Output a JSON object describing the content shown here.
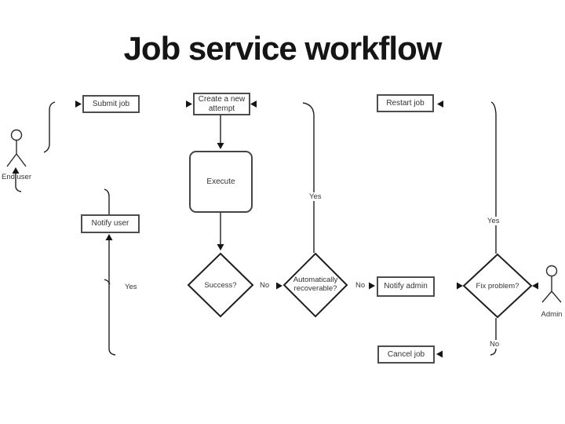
{
  "title": "Job service workflow",
  "diagram": {
    "boxes": [
      {
        "id": "submit-job",
        "label": "Submit job"
      },
      {
        "id": "create-attempt",
        "label": "Create a new attempt"
      },
      {
        "id": "execute",
        "label": "Execute"
      },
      {
        "id": "notify-user",
        "label": "Notify user"
      },
      {
        "id": "restart-job",
        "label": "Restart job"
      },
      {
        "id": "notify-admin",
        "label": "Notify admin"
      },
      {
        "id": "cancel-job",
        "label": "Cancel job"
      }
    ],
    "decisions": [
      {
        "id": "success",
        "label": "Success?"
      },
      {
        "id": "auto-recoverable",
        "label": "Automatically recoverable?"
      },
      {
        "id": "fix-problem",
        "label": "Fix problem?"
      }
    ],
    "actors": [
      {
        "id": "end-user",
        "label": "End user"
      },
      {
        "id": "admin",
        "label": "Admin"
      }
    ],
    "edge_labels": [
      {
        "id": "yes-to-notify-user",
        "text": "Yes"
      },
      {
        "id": "no-to-recoverable",
        "text": "No"
      },
      {
        "id": "yes-to-new-attempt",
        "text": "Yes"
      },
      {
        "id": "no-to-notify-admin",
        "text": "No"
      },
      {
        "id": "yes-to-restart-job",
        "text": "Yes"
      },
      {
        "id": "no-to-cancel-job",
        "text": "No"
      }
    ],
    "colors": {
      "line": "#1f1f1f",
      "box_border": "#4d4d4d",
      "text": "#333333",
      "title_text": "#151515"
    }
  }
}
